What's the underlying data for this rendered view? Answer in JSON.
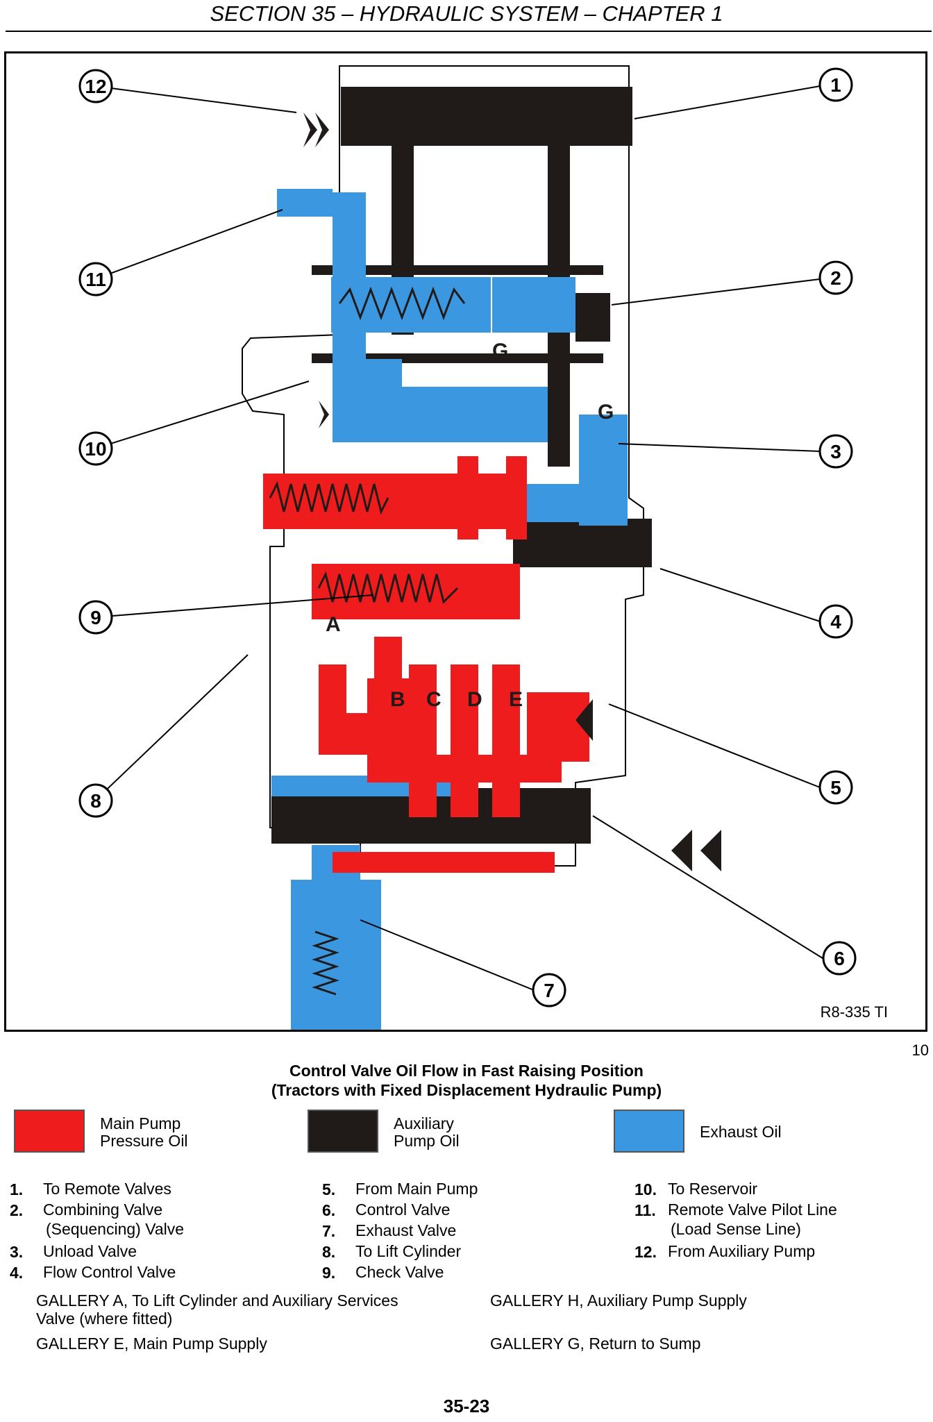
{
  "header": {
    "title": "SECTION 35 – HYDRAULIC SYSTEM – CHAPTER 1"
  },
  "figure": {
    "code": "R8-335 TI",
    "number": "10",
    "callouts": [
      "1",
      "2",
      "3",
      "4",
      "5",
      "6",
      "7",
      "8",
      "9",
      "10",
      "11",
      "12"
    ],
    "gallery_letters": [
      "G",
      "G",
      "A",
      "B",
      "C",
      "D",
      "E"
    ]
  },
  "caption": {
    "line1": "Control Valve Oil Flow in Fast Raising Position",
    "line2": "(Tractors with Fixed Displacement Hydraulic Pump)"
  },
  "legend": {
    "colors": {
      "main_pump": "#ee1c1c",
      "auxiliary": "#201a19",
      "exhaust": "#3b98e0"
    },
    "main_pump": {
      "line1": "Main Pump",
      "line2": "Pressure Oil"
    },
    "auxiliary": {
      "line1": "Auxiliary",
      "line2": "Pump Oil"
    },
    "exhaust": {
      "line1": "Exhaust Oil"
    }
  },
  "key": {
    "col1": [
      {
        "num": "1.",
        "text": "To Remote Valves"
      },
      {
        "num": "2.",
        "text": "Combining Valve",
        "sub": "(Sequencing) Valve"
      },
      {
        "num": "3.",
        "text": "Unload Valve"
      },
      {
        "num": "4.",
        "text": "Flow Control Valve"
      }
    ],
    "col2": [
      {
        "num": "5.",
        "text": "From Main Pump"
      },
      {
        "num": "6.",
        "text": "Control Valve"
      },
      {
        "num": "7.",
        "text": "Exhaust Valve"
      },
      {
        "num": "8.",
        "text": "To Lift Cylinder"
      },
      {
        "num": "9.",
        "text": "Check Valve"
      }
    ],
    "col3": [
      {
        "num": "10.",
        "text": "To Reservoir"
      },
      {
        "num": "11.",
        "text": "Remote Valve Pilot Line",
        "sub": "(Load Sense Line)"
      },
      {
        "num": "12.",
        "text": "From Auxiliary Pump"
      }
    ]
  },
  "galleries": {
    "a_line1": "GALLERY A,  To Lift Cylinder and Auxiliary Services",
    "a_line2": "Valve (where fitted)",
    "e": "GALLERY E,  Main Pump Supply",
    "h": "GALLERY H,  Auxiliary Pump Supply",
    "g": "GALLERY G,   Return to Sump"
  },
  "page_number": "35-23"
}
